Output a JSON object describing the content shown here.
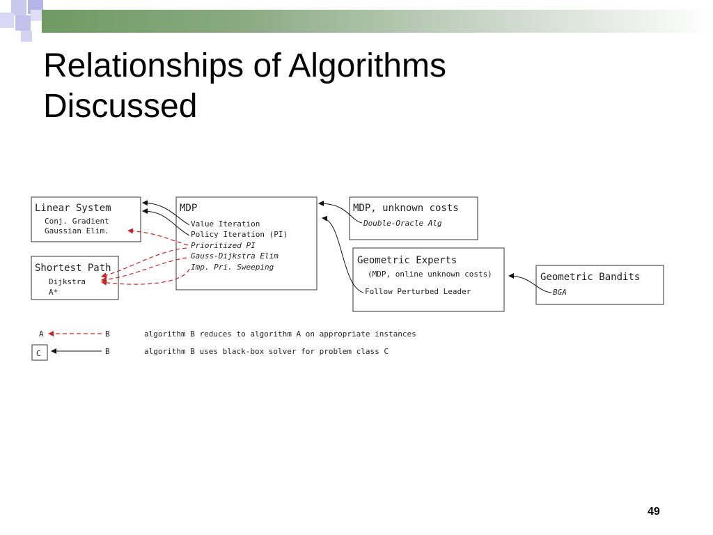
{
  "slide": {
    "title_line1": "Relationships of Algorithms",
    "title_line2": "Discussed",
    "page_number": "49"
  },
  "diagram": {
    "boxes": {
      "linear_system": {
        "title": "Linear System",
        "items": [
          "Conj. Gradient",
          "Gaussian Elim."
        ]
      },
      "shortest_path": {
        "title": "Shortest Path",
        "items": [
          "Dijkstra",
          "A*"
        ]
      },
      "mdp": {
        "title": "MDP",
        "items": [
          "Value Iteration",
          "Policy Iteration (PI)",
          "Prioritized PI",
          "Gauss-Dijkstra Elim",
          "Imp. Pri. Sweeping"
        ]
      },
      "mdp_unknown": {
        "title": "MDP, unknown costs",
        "items": [
          "Double-Oracle Alg"
        ]
      },
      "geometric_experts": {
        "title": "Geometric Experts",
        "subtitle": "(MDP, online unknown costs)",
        "items": [
          "Follow Perturbed Leader"
        ]
      },
      "geometric_bandits": {
        "title": "Geometric Bandits",
        "items": [
          "BGA"
        ]
      }
    },
    "legend": {
      "reduction": {
        "a": "A",
        "b": "B",
        "text": "algorithm B reduces to algorithm A on appropriate instances"
      },
      "blackbox": {
        "c": "C",
        "b": "B",
        "text": "algorithm B uses black-box solver for problem class C"
      }
    },
    "colors": {
      "reduction_arrow": "#cc2222",
      "solver_arrow": "#111111",
      "box_border": "#333333"
    }
  }
}
